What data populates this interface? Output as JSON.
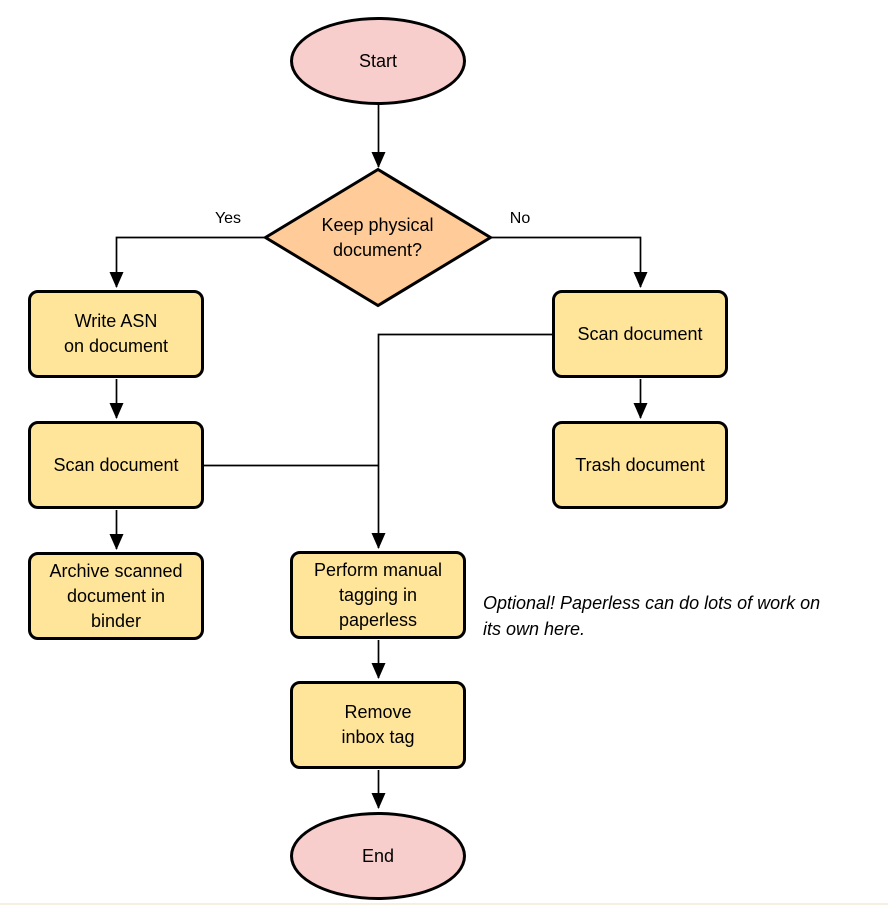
{
  "diagram": {
    "nodes": {
      "start": "Start",
      "decision": "Keep physical\ndocument?",
      "write_asn": "Write ASN\non document",
      "scan_document_left": "Scan document",
      "archive": "Archive scanned\ndocument in\nbinder",
      "scan_document_right": "Scan document",
      "trash": "Trash document",
      "manual_tagging": "Perform manual\ntagging in\npaperless",
      "remove_inbox_tag": "Remove\ninbox tag",
      "end": "End"
    },
    "edge_labels": {
      "yes": "Yes",
      "no": "No"
    },
    "annotation": "Optional! Paperless can do lots of work on\nits own here.",
    "colors": {
      "terminal_fill": "#f8cecc",
      "decision_fill": "#ffcc99",
      "process_fill": "#ffe599",
      "stroke": "#000000",
      "text": "#000000"
    }
  }
}
